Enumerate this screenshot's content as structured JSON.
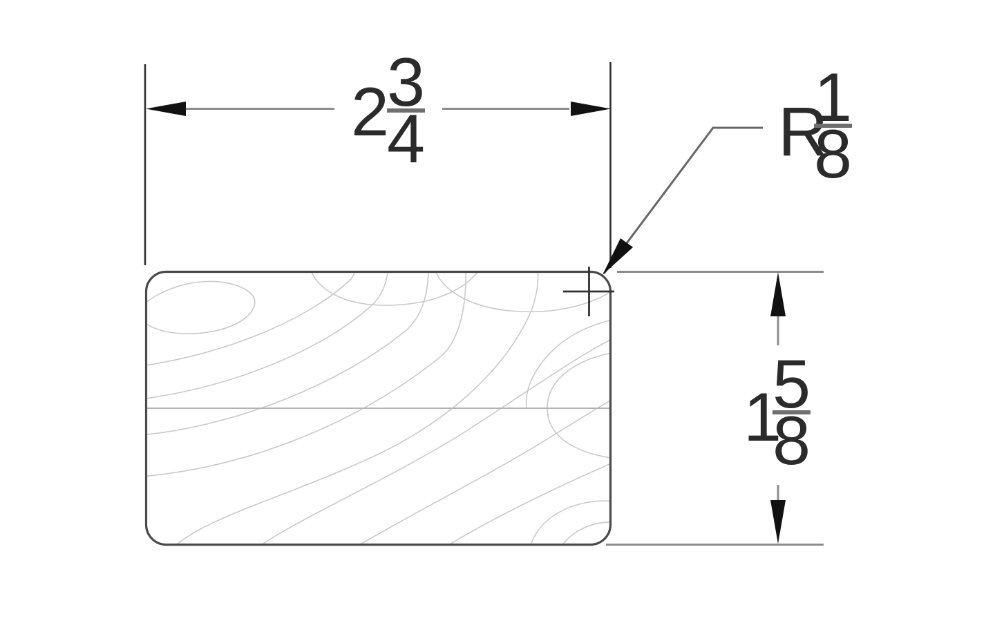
{
  "drawing": {
    "type": "technical-drawing",
    "subject": "rounded rectangular board cross-section with wood grain"
  },
  "dimensions": {
    "width": {
      "whole": "2",
      "numerator": "3",
      "denominator": "4"
    },
    "height": {
      "whole": "1",
      "numerator": "5",
      "denominator": "8"
    },
    "corner_radius": {
      "prefix": "R",
      "numerator": "1",
      "denominator": "8"
    }
  },
  "colors": {
    "background": "#ffffff",
    "outline": "#4a4a4a",
    "grain": "#c9c9c9",
    "grain_center_line": "#b3b3b3",
    "dimension_line": "#8c8c8c",
    "extension_line": "#2f2f2f",
    "leader_line": "#666666",
    "center_mark": "#2f2f2f",
    "arrowhead": "#111111",
    "fraction_bar": "#6f6f6f",
    "text": "#2b2b2b"
  }
}
